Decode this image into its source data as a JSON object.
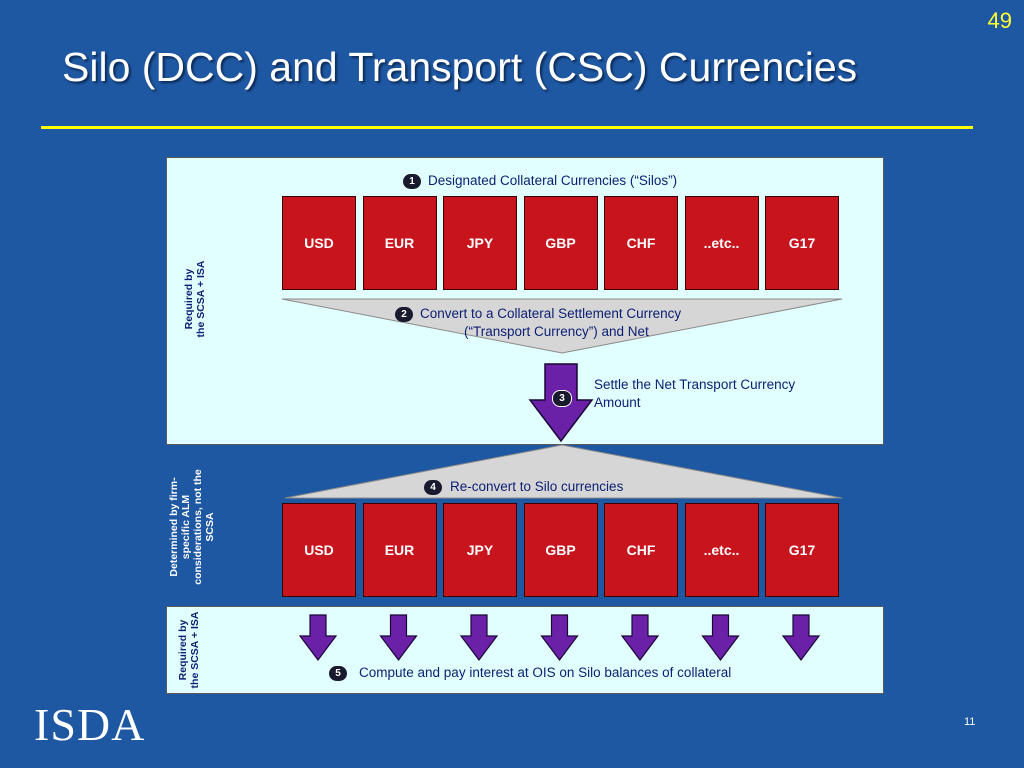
{
  "slide_number": "49",
  "title": "Silo (DCC) and Transport (CSC) Currencies",
  "steps": {
    "s1": {
      "num": "1",
      "text": "Designated Collateral Currencies (“Silos”)"
    },
    "s2": {
      "num": "2",
      "line1": "Convert to a Collateral Settlement Currency",
      "line2": "(“Transport Currency”) and Net"
    },
    "s3": {
      "num": "3",
      "line1": "Settle the Net Transport Currency",
      "line2": "Amount"
    },
    "s4": {
      "num": "4",
      "text": "Re-convert to Silo currencies"
    },
    "s5": {
      "num": "5",
      "text": "Compute and pay interest at OIS on Silo balances of collateral"
    }
  },
  "currencies_top": [
    "USD",
    "EUR",
    "JPY",
    "GBP",
    "CHF",
    "..etc..",
    "G17"
  ],
  "currencies_bottom": [
    "USD",
    "EUR",
    "JPY",
    "GBP",
    "CHF",
    "..etc..",
    "G17"
  ],
  "side_labels": {
    "top": {
      "line1": "Required by",
      "line2": "the SCSA + ISA"
    },
    "middle": {
      "line1": "Determined by firm-",
      "line2": "specific ALM",
      "line3": "considerations, not the",
      "line4": "SCSA"
    },
    "bottom": {
      "line1": "Required by",
      "line2": "the SCSA + ISA"
    }
  },
  "logo": "ISDA",
  "page_number": "11",
  "colors": {
    "background": "#1f58a2",
    "panel": "#e2ffff",
    "currency_box": "#c8141d",
    "arrow": "#6a21a7",
    "funnel": "#d6d6d6",
    "title_rule": "#ffff00",
    "label_text": "#0b1e74"
  }
}
